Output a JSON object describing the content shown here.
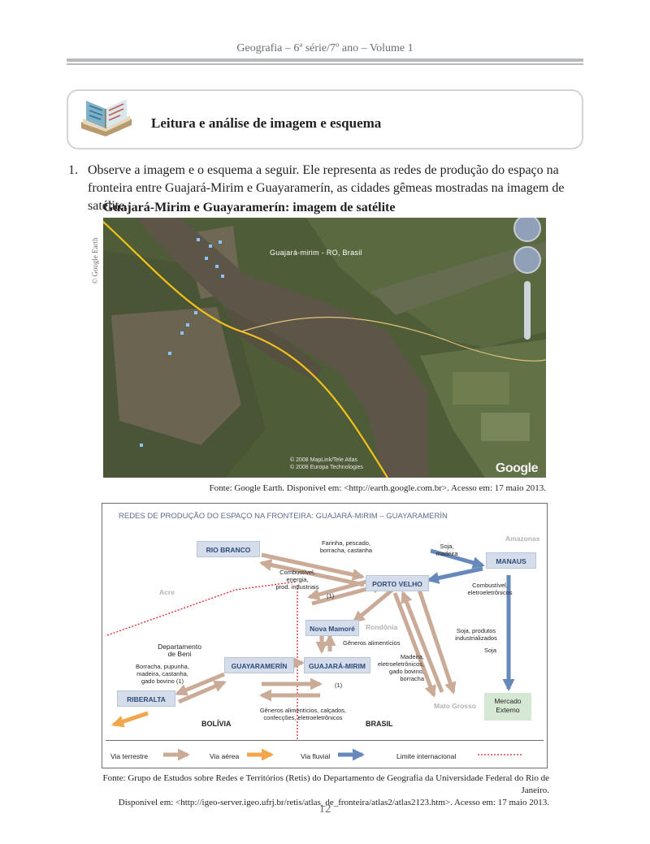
{
  "header": {
    "running_title": "Geografia – 6ª série/7º ano – Volume 1"
  },
  "section": {
    "icon": "open-book-icon",
    "title": "Leitura e análise de imagem e esquema"
  },
  "question": {
    "number": "1.",
    "text": "Observe a imagem e o esquema a seguir. Ele representa as redes de produção do espaço na fronteira entre Guajará-Mirim e Guayaramerín, as cidades gêmeas mostradas na imagem de satélite."
  },
  "figure1": {
    "title": "Guajará-Mirim e Guayaramerín: imagem de satélite",
    "side_credit": "© Google Earth",
    "map_label": "Guajará-mirim - RO, Brasil",
    "copyright_1": "© 2008 MapLink/Tele Atlas",
    "copyright_2": "© 2008 Europa Technologies",
    "logo": "Google",
    "source": "Fonte: Google Earth. Disponível em: <http://earth.google.com.br>. Acesso em: 17 maio 2013."
  },
  "figure2": {
    "title": "REDES DE PRODUÇÃO DO ESPAÇO NA FRONTEIRA: GUAJARÁ-MIRIM – GUAYARAMERÍN",
    "cities": {
      "rio_branco": "RIO BRANCO",
      "porto_velho": "PORTO VELHO",
      "manaus": "MANAUS",
      "nova_mamore": "Nova Mamoré",
      "guayaramerin": "GUAYARAMERÍN",
      "guajara_mirim": "GUAJARÁ-MIRIM",
      "riberalta": "RIBERALTA"
    },
    "regions": {
      "amazonas": "Amazonas",
      "acre": "Acre",
      "rondonia": "Rondônia",
      "mato_grosso": "Mato Grosso"
    },
    "countries": {
      "bolivia": "BOLÍVIA",
      "brasil": "BRASIL"
    },
    "beni": {
      "line1": "Departamento",
      "line2": "de Beni"
    },
    "mercado": {
      "line1": "Mercado",
      "line2": "Externo"
    },
    "flows": {
      "farinha": [
        "Farinha, pescado,",
        "borracha, castanha"
      ],
      "soja_madeira": [
        "Soja,",
        "madeira"
      ],
      "combustivel_energia": [
        "Combustível,",
        "energia,",
        "prod. industriais"
      ],
      "combustivel_eletro": [
        "Combustível,",
        "eletroeletrônicos"
      ],
      "marker_1a": "(1)",
      "generos": "Gêneros alimentícios",
      "soja_produtos": [
        "Soja, produtos",
        "industrializados"
      ],
      "soja": "Soja",
      "madeira_eletro": [
        "Madeira,",
        "eletroeletrônicos,",
        "gado bovino,",
        "borracha"
      ],
      "borracha_pupunha": [
        "Borracha, pupunha,",
        "madeira, castanha,",
        "gado bovino (1)"
      ],
      "marker_1b": "(1)",
      "generos_calcados": [
        "Gêneros alimentícios, calçados,",
        "confecções, eletroeletrônicos"
      ]
    },
    "legend": {
      "via_terrestre": "Via terrestre",
      "via_aerea": "Via aérea",
      "via_fluvial": "Via fluvial",
      "limite": "Limite internacional"
    },
    "colors": {
      "terrestre": "#c9ab98",
      "aerea": "#f2a54a",
      "fluvial": "#6688bb",
      "limite": "#d6262c",
      "city_box": "#d4dde9",
      "mercado_box": "#d5e8d3"
    },
    "source": [
      "Fonte: Grupo de Estudos sobre Redes e Territórios (Retis) do Departamento de Geografia da Universidade Federal do Rio de Janeiro.",
      "Disponível em: <http://igeo-server.igeo.ufrj.br/retis/atlas_de_fronteira/atlas2/atlas2123.htm>. Acesso em: 17 maio 2013."
    ]
  },
  "footer": {
    "page_number": "12"
  }
}
